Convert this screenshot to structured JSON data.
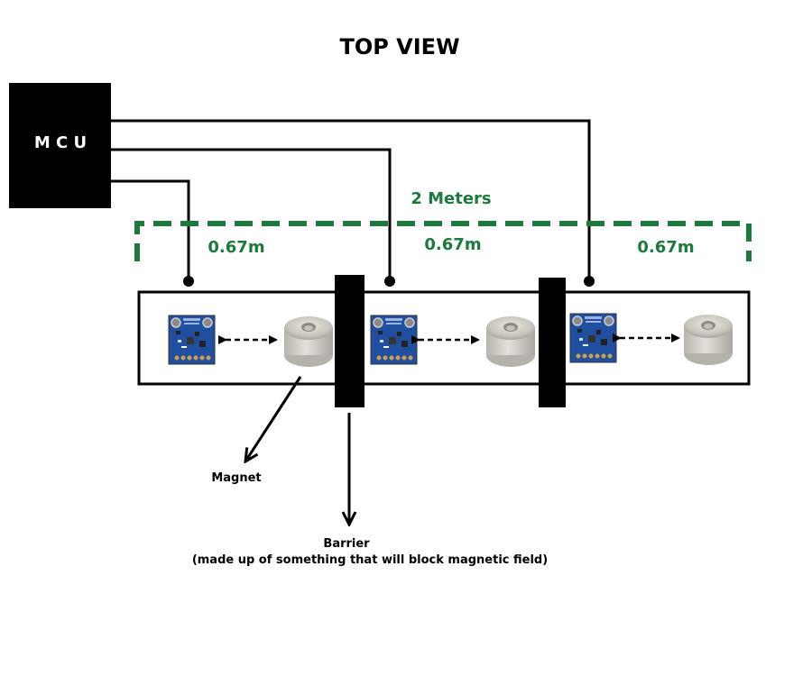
{
  "title": "TOP VIEW",
  "mcu": {
    "label": "M C U"
  },
  "dimension": {
    "total_label": "2 Meters",
    "segments": [
      "0.67m",
      "0.67m",
      "0.67m"
    ],
    "color": "#1b7a3c"
  },
  "sections": [
    {
      "sensor": "magnetometer-compass-board",
      "magnet": "ring-magnet"
    },
    {
      "sensor": "magnetometer-compass-board",
      "magnet": "ring-magnet"
    },
    {
      "sensor": "magnetometer-compass-board",
      "magnet": "ring-magnet"
    }
  ],
  "callouts": {
    "magnet_label": "Magnet",
    "barrier_label": "Barrier",
    "barrier_note": "(made up of something that will block magnetic field)"
  }
}
